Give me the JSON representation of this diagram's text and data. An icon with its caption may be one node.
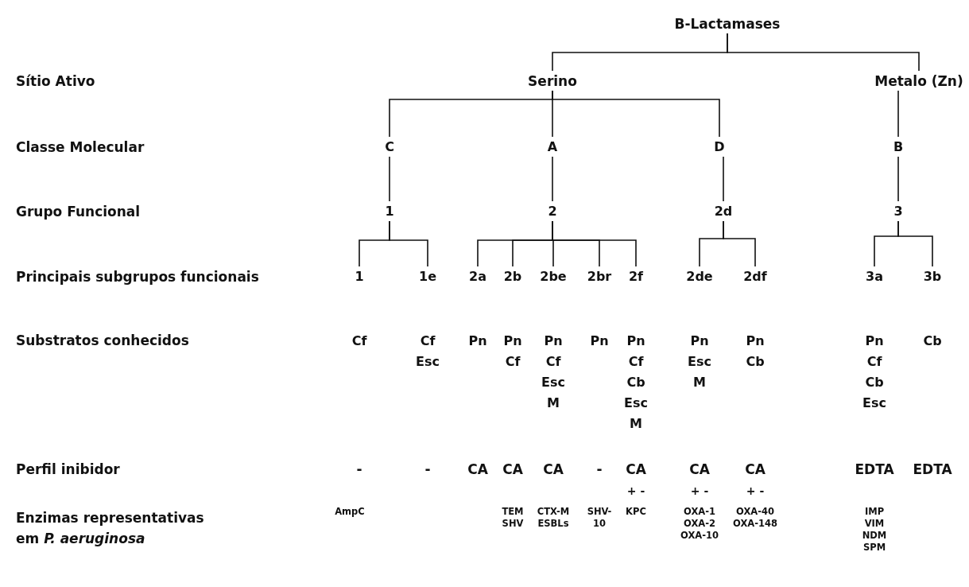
{
  "diagram": {
    "nodes": [
      {
        "text": [
          "B-Lactamases"
        ]
      },
      {
        "text": [
          "Serino"
        ]
      },
      {
        "text": [
          "Metalo (Zn)"
        ]
      },
      {
        "text": [
          "C"
        ]
      },
      {
        "text": [
          "A"
        ]
      },
      {
        "text": [
          "D"
        ]
      },
      {
        "text": [
          "B"
        ]
      },
      {
        "text": [
          "1"
        ]
      },
      {
        "text": [
          "2"
        ]
      },
      {
        "text": [
          "2d"
        ]
      },
      {
        "text": [
          "3"
        ]
      },
      {
        "text": [
          "1"
        ]
      },
      {
        "text": [
          "1e"
        ]
      },
      {
        "text": [
          "2a"
        ]
      },
      {
        "text": [
          "2b"
        ]
      },
      {
        "text": [
          "2be"
        ]
      },
      {
        "text": [
          "2br"
        ]
      },
      {
        "text": [
          "2f"
        ]
      },
      {
        "text": [
          "2de"
        ]
      },
      {
        "text": [
          "2df"
        ]
      },
      {
        "text": [
          "3a"
        ]
      },
      {
        "text": [
          "3b"
        ]
      }
    ],
    "edges": [
      {
        "from": 0,
        "to": 1,
        "arrow": "none"
      },
      {
        "from": 0,
        "to": 2,
        "arrow": "none"
      },
      {
        "from": 1,
        "to": 3,
        "arrow": "none"
      },
      {
        "from": 1,
        "to": 4,
        "arrow": "none"
      },
      {
        "from": 1,
        "to": 5,
        "arrow": "none"
      },
      {
        "from": 2,
        "to": 6,
        "arrow": "none"
      },
      {
        "from": 3,
        "to": 7,
        "arrow": "none"
      },
      {
        "from": 4,
        "to": 8,
        "arrow": "none"
      },
      {
        "from": 5,
        "to": 9,
        "arrow": "none"
      },
      {
        "from": 6,
        "to": 10,
        "arrow": "none"
      },
      {
        "from": 7,
        "to": 11,
        "arrow": "none"
      },
      {
        "from": 7,
        "to": 12,
        "arrow": "none"
      },
      {
        "from": 8,
        "to": 13,
        "arrow": "none"
      },
      {
        "from": 8,
        "to": 14,
        "arrow": "none"
      },
      {
        "from": 8,
        "to": 15,
        "arrow": "none"
      },
      {
        "from": 8,
        "to": 16,
        "arrow": "none"
      },
      {
        "from": 8,
        "to": 17,
        "arrow": "none"
      },
      {
        "from": 9,
        "to": 18,
        "arrow": "none"
      },
      {
        "from": 9,
        "to": 19,
        "arrow": "none"
      },
      {
        "from": 10,
        "to": 20,
        "arrow": "none"
      },
      {
        "from": 10,
        "to": 21,
        "arrow": "none"
      }
    ],
    "labels": [
      "Sítio Ativo",
      "Classe Molecular",
      "Grupo Funcional",
      "Principais subgrupos funcionais",
      "Substratos conhecidos",
      "Cf",
      "Cf Esc",
      "Pn",
      "Pn Cf",
      "Pn Cf Esc M",
      "Pn",
      "Pn Cf Cb Esc M",
      "Pn Esc M",
      "Pn Cb",
      "Pn Cf Cb Esc",
      "Cb",
      "Perfil inibidor",
      "-",
      "-",
      "CA",
      "CA",
      "CA",
      "-",
      "CA",
      "CA",
      "CA",
      "EDTA",
      "EDTA",
      "+ -",
      "+ -",
      "+ -",
      "Enzimas representativas em *P. aeruginosa*",
      "AmpC",
      "TEM SHV",
      "CTX-M ESBLs",
      "SHV- 10",
      "KPC",
      "OXA-1 OXA-2 OXA-10",
      "OXA-40 OXA-148",
      "IMP VIM NDM SPM"
    ]
  }
}
